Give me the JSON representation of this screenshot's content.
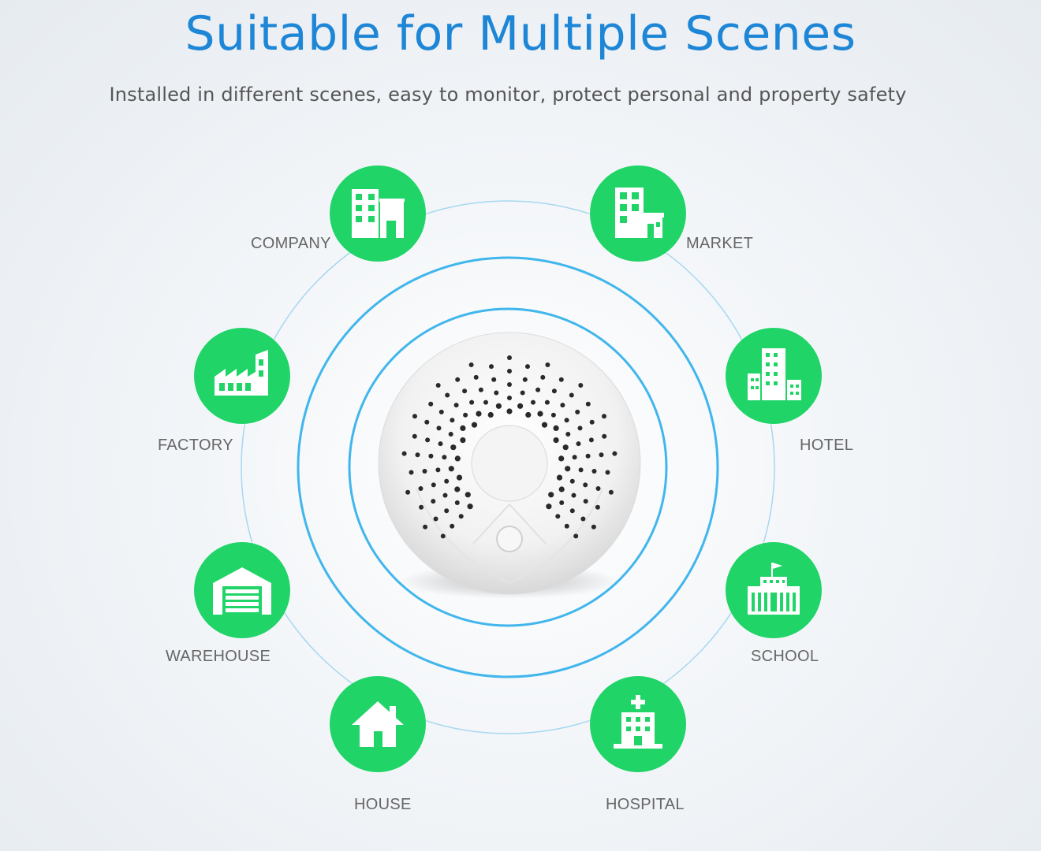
{
  "header": {
    "title": "Suitable for Multiple Scenes",
    "subtitle": "Installed in different scenes, easy to monitor, protect personal and property safety"
  },
  "scenes": [
    {
      "label": "COMPANY",
      "icon": "office-buildings-icon"
    },
    {
      "label": "MARKET",
      "icon": "building-with-shop-icon"
    },
    {
      "label": "FACTORY",
      "icon": "factory-icon"
    },
    {
      "label": "HOTEL",
      "icon": "hotel-buildings-icon"
    },
    {
      "label": "WAREHOUSE",
      "icon": "warehouse-icon"
    },
    {
      "label": "SCHOOL",
      "icon": "school-icon"
    },
    {
      "label": "HOUSE",
      "icon": "house-icon"
    },
    {
      "label": "HOSPITAL",
      "icon": "hospital-icon"
    }
  ],
  "colors": {
    "title": "#1e86d6",
    "scene_circle": "#20d468",
    "ring": "#3fb2ea"
  }
}
